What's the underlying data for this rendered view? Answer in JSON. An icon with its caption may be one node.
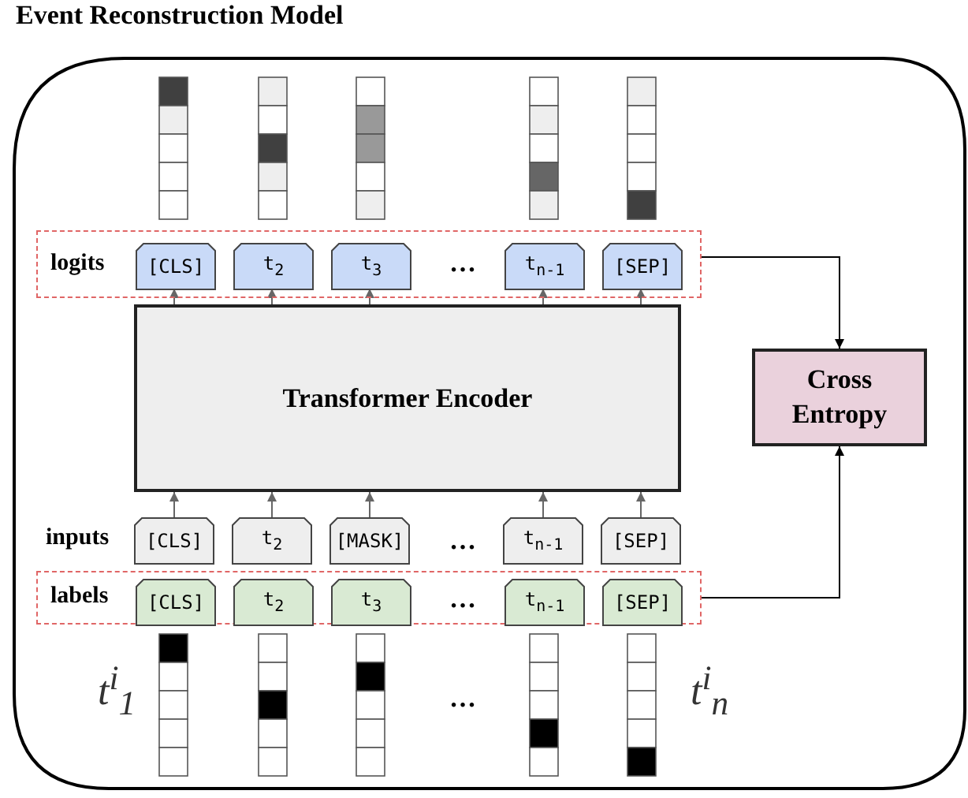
{
  "diagram": {
    "title": "Event Reconstruction Model",
    "nodes": [
      {
        "text": [
          "logits"
        ]
      },
      {
        "text": [
          "[CLS]"
        ],
        "in": 0
      },
      {
        "text": [
          "t$_{2}$"
        ],
        "in": 0
      },
      {
        "text": [
          "t$_{3}$"
        ],
        "in": 0
      },
      {
        "text": [
          "t$_{n-1}$"
        ],
        "in": 0
      },
      {
        "text": [
          "[SEP]"
        ],
        "in": 0
      },
      {
        "text": [
          "Transformer Encoder"
        ]
      },
      {
        "text": [
          "Cross Entropy"
        ]
      },
      {
        "text": [
          "[CLS]"
        ]
      },
      {
        "text": [
          "t$_{2}$"
        ]
      },
      {
        "text": [
          "[MASK]"
        ]
      },
      {
        "text": [
          "t$_{n-1}$"
        ]
      },
      {
        "text": [
          "[SEP]"
        ]
      },
      {
        "text": [
          "labels"
        ]
      },
      {
        "text": [
          "[CLS]"
        ],
        "in": 13
      },
      {
        "text": [
          "t$_{2}$"
        ],
        "in": 13
      },
      {
        "text": [
          "t$_{3}$"
        ],
        "in": 13
      },
      {
        "text": [
          "t$_{n-1}$"
        ],
        "in": 13
      },
      {
        "text": [
          "[SEP]"
        ],
        "in": 13
      }
    ],
    "edges": [
      {
        "from": 6,
        "to": 1,
        "arrow": "to"
      },
      {
        "from": 6,
        "to": 2,
        "arrow": "to"
      },
      {
        "from": 6,
        "to": 3,
        "arrow": "to"
      },
      {
        "from": 6,
        "to": 4,
        "arrow": "to"
      },
      {
        "from": 6,
        "to": 5,
        "arrow": "to"
      },
      {
        "from": 8,
        "to": 6,
        "arrow": "to"
      },
      {
        "from": 9,
        "to": 6,
        "arrow": "to"
      },
      {
        "from": 10,
        "to": 6,
        "arrow": "to"
      },
      {
        "from": 11,
        "to": 6,
        "arrow": "to"
      },
      {
        "from": 12,
        "to": 6,
        "arrow": "to"
      },
      {
        "from": 0,
        "to": 7,
        "arrow": "to",
        "color": "#000000"
      },
      {
        "from": 13,
        "to": 7,
        "arrow": "to",
        "color": "#000000"
      }
    ],
    "labels": [
      "…",
      "inputs",
      "…",
      "…",
      "t$^{i}$$_{1}$",
      "…",
      "t$^{i}$$_{n}$"
    ]
  }
}
